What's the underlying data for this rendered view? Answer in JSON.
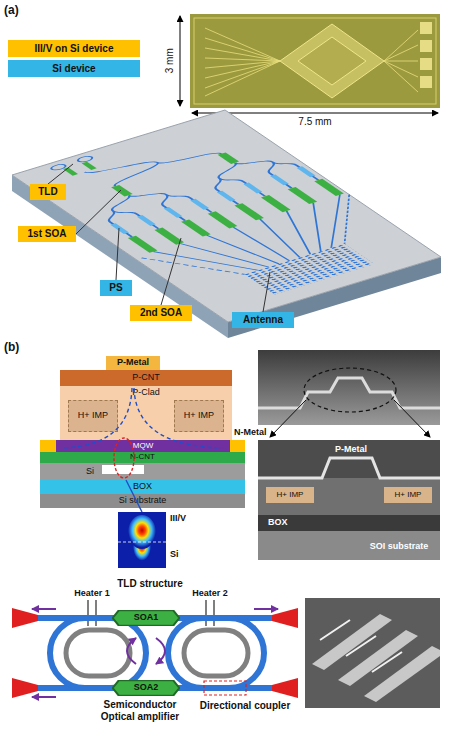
{
  "diagram": {
    "nodes": [
      {
        "text": [
          "TLD"
        ]
      },
      {
        "text": [
          "1st SOA"
        ]
      },
      {
        "text": [
          "PS"
        ]
      },
      {
        "text": [
          "2nd SOA"
        ]
      },
      {
        "text": [
          "Antenna"
        ]
      },
      {
        "text": [
          "P-Metal"
        ]
      },
      {
        "text": [
          "P-CNT"
        ]
      },
      {
        "text": [
          "P-Clad"
        ]
      },
      {
        "text": [
          "H+ IMP"
        ],
        "in": 7
      },
      {
        "text": [
          "H+ IMP"
        ],
        "in": 7
      },
      {
        "text": [
          "MQW"
        ]
      },
      {
        "text": [
          "N-CNT"
        ]
      },
      {
        "text": [
          "Si"
        ]
      },
      {
        "text": [
          "BOX"
        ]
      },
      {
        "text": [
          "Si substrate"
        ]
      },
      {
        "text": [
          "H+ IMP"
        ]
      },
      {
        "text": [
          "H+ IMP"
        ]
      },
      {
        "text": [
          "SOA1"
        ]
      },
      {
        "text": [
          "SOA2"
        ]
      }
    ],
    "labels": [
      "(a)",
      "3 mm",
      "7.5 mm",
      "(b)",
      "N-Metal",
      "III/V",
      "Si",
      "P-Metal",
      "BOX",
      "SOI substrate",
      "TLD structure",
      "Heater 1",
      "Heater 2",
      "Semiconductor Optical amplifier",
      "Directional coupler"
    ],
    "legend": [
      {
        "text": "III/V on Si device",
        "color": "#ffc000"
      },
      {
        "text": "Si device",
        "color": "#33b5e5"
      }
    ]
  }
}
